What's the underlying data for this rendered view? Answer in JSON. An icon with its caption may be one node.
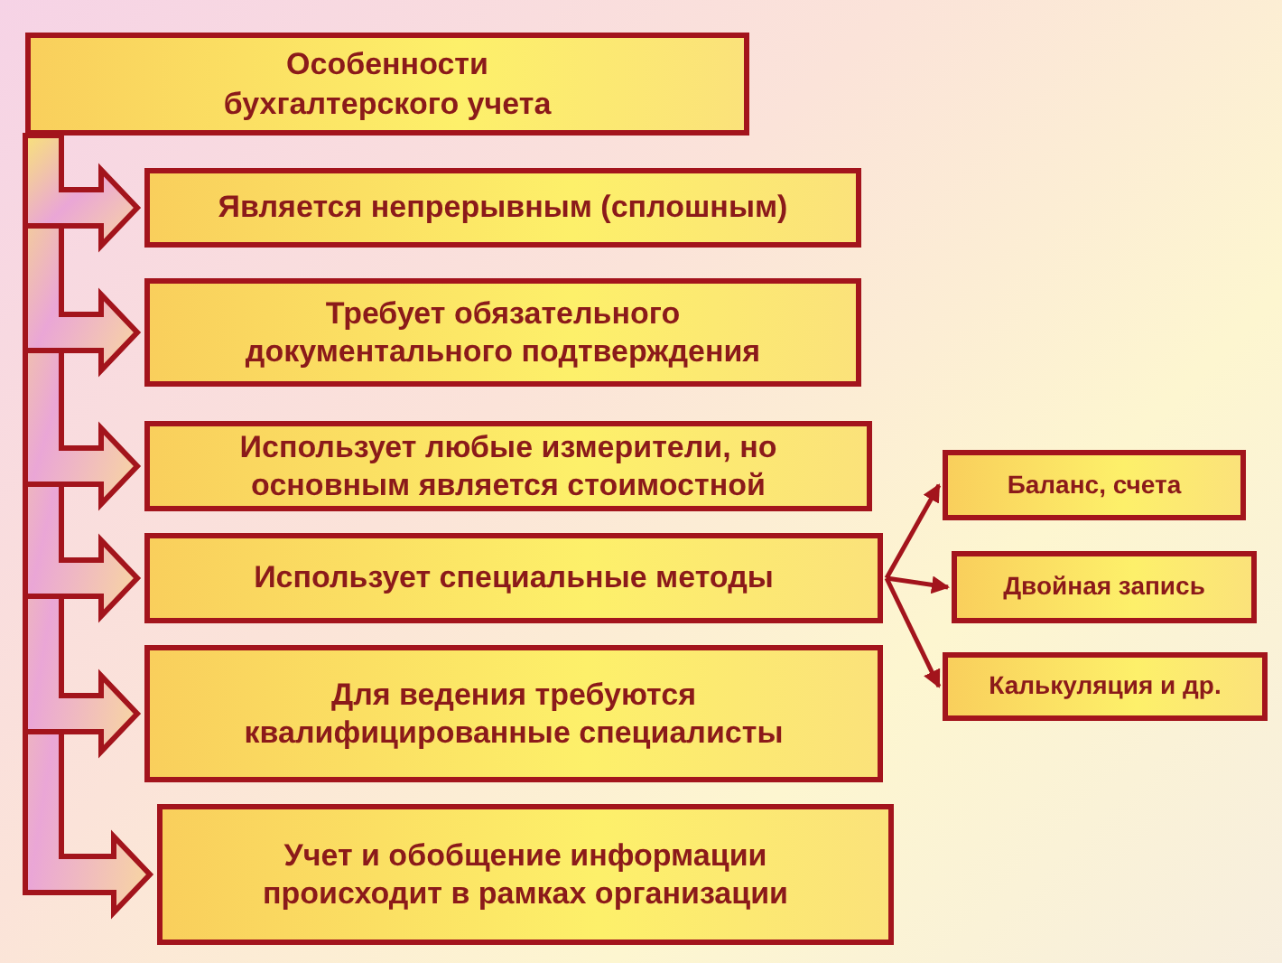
{
  "diagram": {
    "nodes": [
      {
        "text": [
          "Особенности бухгалтерского учета"
        ]
      },
      {
        "text": [
          "Является непрерывным (сплошным)"
        ]
      },
      {
        "text": [
          "Требует обязательного документального подтверждения"
        ]
      },
      {
        "text": [
          "Использует любые измерители, но основным является стоимостной"
        ]
      },
      {
        "text": [
          "Использует специальные методы"
        ]
      },
      {
        "text": [
          "Для ведения требуются квалифицированные специалисты"
        ]
      },
      {
        "text": [
          "Учет и обобщение информации происходит в рамках организации"
        ]
      },
      {
        "text": [
          "Баланс, счета"
        ]
      },
      {
        "text": [
          "Двойная запись"
        ]
      },
      {
        "text": [
          "Калькуляция  и др."
        ]
      }
    ],
    "edges": [
      {
        "from": 0,
        "to": 1,
        "arrow": "to",
        "style": "thick"
      },
      {
        "from": 0,
        "to": 2,
        "arrow": "to",
        "style": "thick"
      },
      {
        "from": 0,
        "to": 3,
        "arrow": "to",
        "style": "thick"
      },
      {
        "from": 0,
        "to": 4,
        "arrow": "to",
        "style": "thick"
      },
      {
        "from": 0,
        "to": 5,
        "arrow": "to",
        "style": "thick"
      },
      {
        "from": 0,
        "to": 6,
        "arrow": "to",
        "style": "thick"
      },
      {
        "from": 4,
        "to": 7,
        "arrow": "to"
      },
      {
        "from": 4,
        "to": 8,
        "arrow": "to"
      },
      {
        "from": 4,
        "to": 9,
        "arrow": "to"
      }
    ]
  }
}
